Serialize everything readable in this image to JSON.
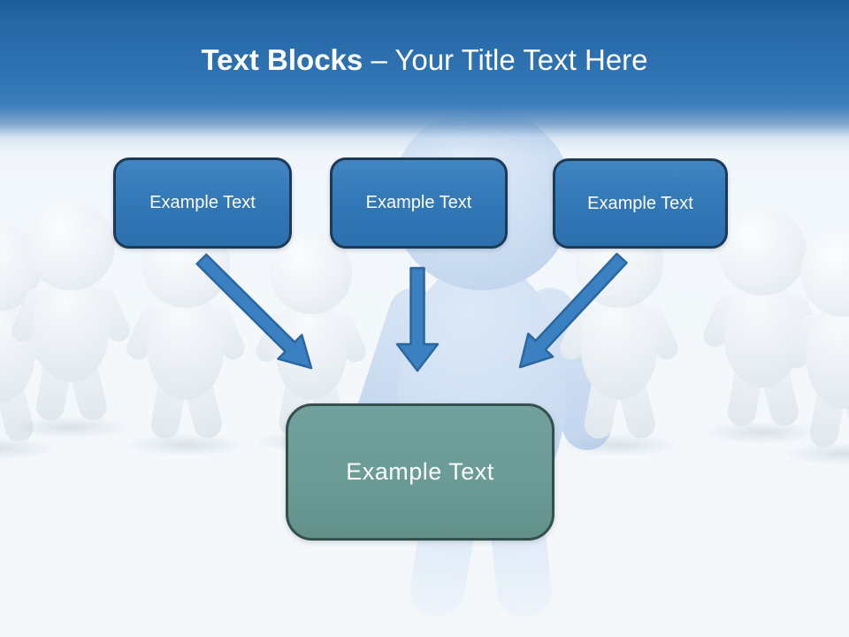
{
  "slide": {
    "title": {
      "emphasis": "Text Blocks",
      "rest": "– Your Title Text Here"
    },
    "blocks": [
      {
        "label": "Example Text"
      },
      {
        "label": "Example Text"
      },
      {
        "label": "Example Text"
      }
    ],
    "result_box": {
      "label": "Example Text"
    }
  },
  "colors": {
    "header-top": "#1d5c9b",
    "header-mid": "#2f74b3",
    "page-bg": "#f3f7fa",
    "block-fill": "#3579b8",
    "block-fill-light": "#4186c2",
    "block-border": "#1c3a55",
    "arrow-fill": "#3b80c1",
    "arrow-stroke": "#2a66a0",
    "result-fill": "#6b9b96",
    "result-border": "#33504d",
    "text-white": "#ffffff"
  }
}
